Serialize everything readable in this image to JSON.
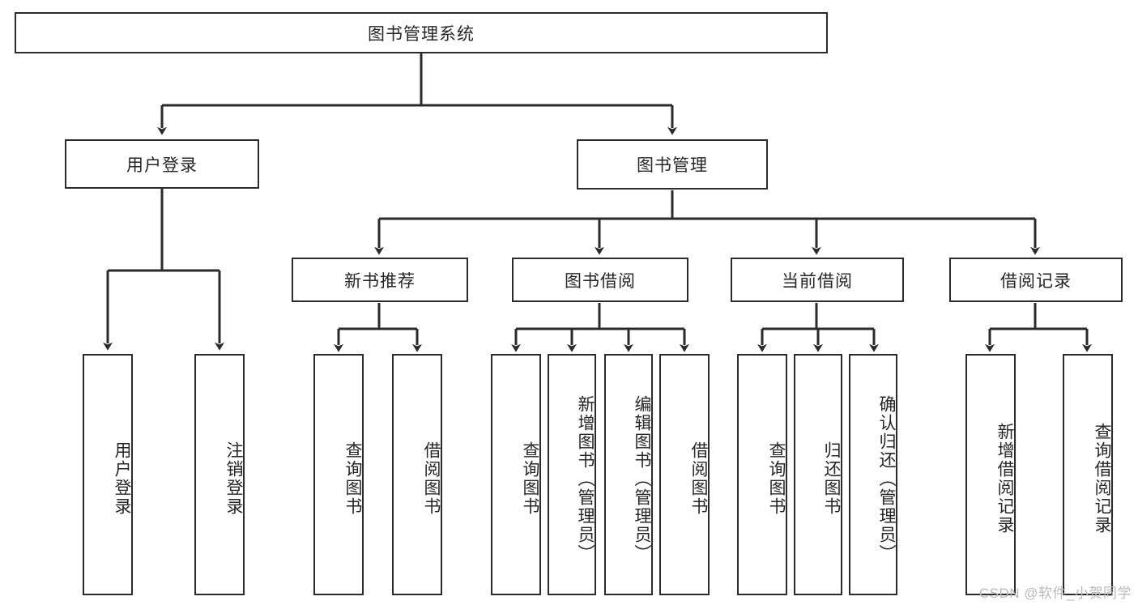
{
  "diagram": {
    "title": "图书管理系统",
    "type": "tree-structure-chart",
    "stroke_color": "#2b2b2b",
    "text_color": "#262626",
    "background_color": "#ffffff"
  },
  "root": {
    "label": "图书管理系统"
  },
  "level2": [
    {
      "label": "用户登录"
    },
    {
      "label": "图书管理"
    }
  ],
  "level3": [
    {
      "label": "新书推荐"
    },
    {
      "label": "图书借阅"
    },
    {
      "label": "当前借阅"
    },
    {
      "label": "借阅记录"
    }
  ],
  "leaves": {
    "user_login": [
      {
        "label": "用户登录"
      },
      {
        "label": "注销登录"
      }
    ],
    "new_book_recommend": [
      {
        "label": "查询图书"
      },
      {
        "label": "借阅图书"
      }
    ],
    "book_borrow": [
      {
        "label": "查询图书"
      },
      {
        "label": "新增图书（管理员）"
      },
      {
        "label": "编辑图书（管理员）"
      },
      {
        "label": "借阅图书"
      }
    ],
    "current_borrow": [
      {
        "label": "查询图书"
      },
      {
        "label": "归还图书"
      },
      {
        "label": "确认归还（管理员）"
      }
    ],
    "borrow_record": [
      {
        "label": "新增借阅记录"
      },
      {
        "label": "查询借阅记录"
      }
    ]
  },
  "watermark": {
    "text": "CSDN @软件_小贺同学"
  }
}
